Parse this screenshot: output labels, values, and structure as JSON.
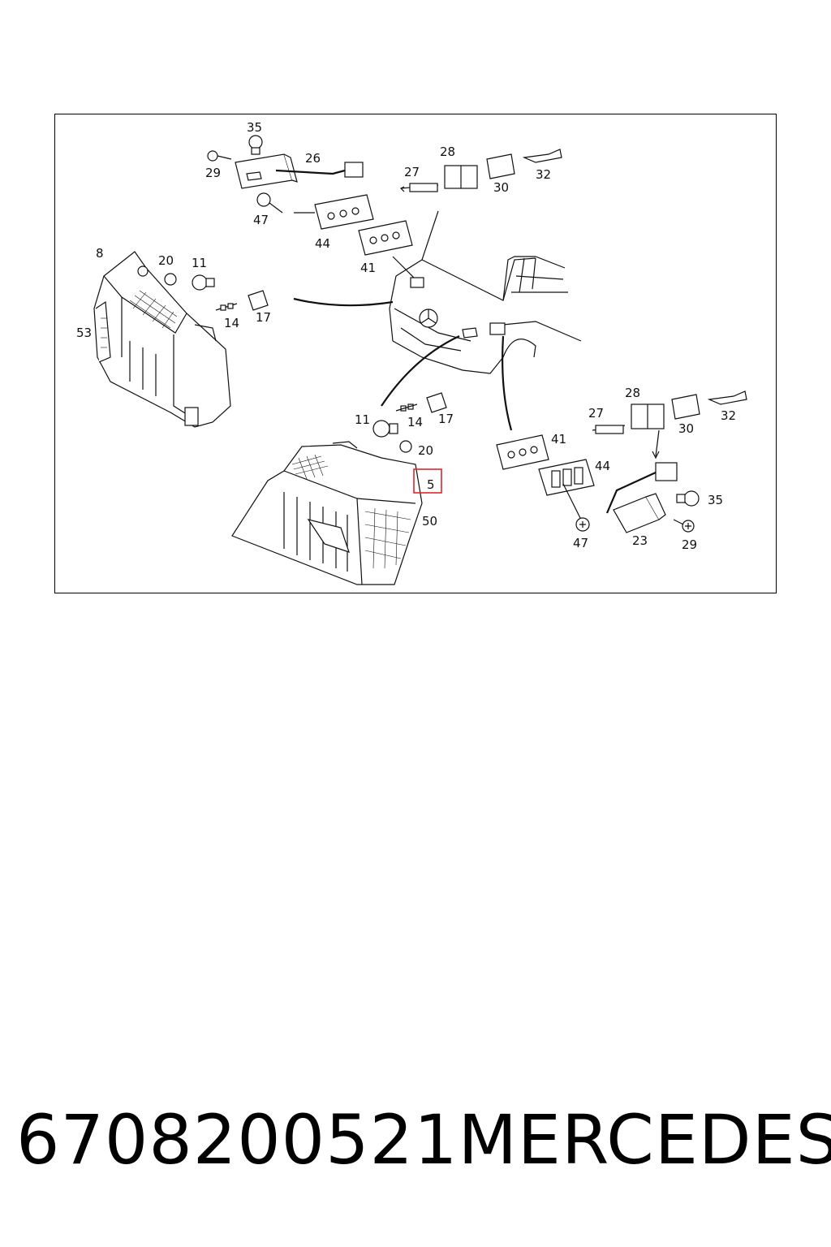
{
  "callouts": {
    "c35a": "35",
    "c29a": "29",
    "c26": "26",
    "c27a": "27",
    "c28a": "28",
    "c30a": "30",
    "c32a": "32",
    "c47a": "47",
    "c44a": "44",
    "c41a": "41",
    "c8": "8",
    "c20a": "20",
    "c11a": "11",
    "c14a": "14",
    "c17a": "17",
    "c53": "53",
    "c11b": "11",
    "c14b": "14",
    "c17b": "17",
    "c20b": "20",
    "c5": "5",
    "c50": "50",
    "c41b": "41",
    "c44b": "44",
    "c47b": "47",
    "c27b": "27",
    "c28b": "28",
    "c30b": "30",
    "c32b": "32",
    "c35b": "35",
    "c23": "23",
    "c29b": "29"
  },
  "highlight_color": "#e0262b",
  "caption": {
    "part_number": "6708200521",
    "brand": "MERCEDES"
  }
}
